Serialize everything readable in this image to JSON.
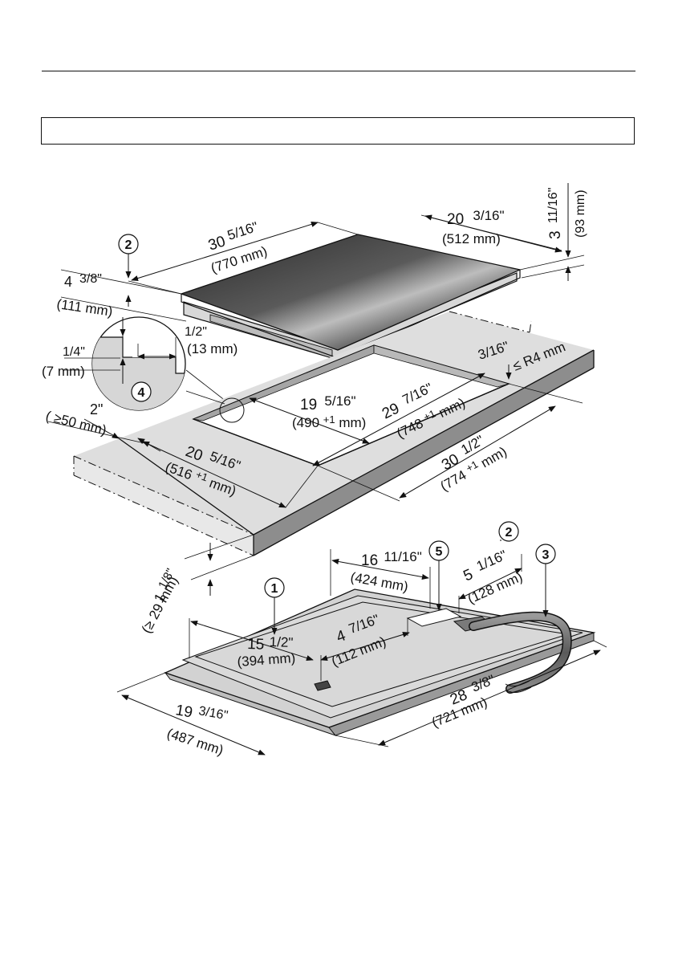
{
  "header": {
    "title": "",
    "banner_text": ""
  },
  "colors": {
    "glass_dark": "#3a3a3a",
    "glass_light": "#c8c8c8",
    "counter": "#dcdcdc",
    "counter_edge": "#8a8a8a",
    "unit_face": "#d0d0d0",
    "cable": "#7a7a7a"
  },
  "callouts": [
    "1",
    "2",
    "3",
    "4",
    "5"
  ],
  "dimensions": {
    "length_in": "30",
    "length_in_frac": "5/16\"",
    "length_mm": "(770 mm)",
    "depth_in": "20",
    "depth_in_frac": "3/16\"",
    "depth_mm": "(512 mm)",
    "height_in": "3",
    "height_in_frac": "11/16\"",
    "height_mm": "(93 mm)",
    "back_in": "4",
    "back_in_frac": "3/8\"",
    "back_mm": "(111 mm)",
    "detail_half_in": "1/2\"",
    "detail_half_mm": "(13 mm)",
    "detail_quarter_in": "1/4\"",
    "detail_quarter_mm": "(7 mm)",
    "cut_depth_in": "19",
    "cut_depth_in_frac": "5/16\"",
    "cut_depth_mm": "(490 ",
    "cut_depth_tol": "+1",
    "cut_depth_mm_unit": " mm)",
    "inner_len_in": "29",
    "inner_len_in_frac": "7/16\"",
    "inner_len_mm": "(748 ",
    "inner_len_tol": "+1",
    "inner_len_mm_unit": " mm)",
    "front_in": "2\"",
    "front_mm_a": "( ≥50 mm)",
    "counter_depth_in": "20",
    "counter_depth_in_frac": "5/16\"",
    "counter_depth_mm": "(516 ",
    "counter_depth_tol": "+1",
    "counter_depth_mm_unit": "mm)",
    "outer_len_in": "30",
    "outer_len_in_frac": "1/2\"",
    "outer_len_mm": "(774",
    "outer_len_tol": "+1",
    "outer_len_mm_unit": "mm)",
    "radius_in": "3/16\"",
    "radius_mm": "≤ R4 mm",
    "thick_in": "1",
    "thick_in_frac": "1/8\"",
    "thick_mm": "(≥ 29 mm)",
    "box_in": "16",
    "box_in_frac": "11/16\"",
    "box_mm": "(424 mm)",
    "conn_in": "5",
    "conn_in_frac": "1/16\"",
    "conn_mm": "(128 mm)",
    "bottom_w_in": "15",
    "bottom_w_in_frac": "1/2\"",
    "bottom_w_mm": "(394 mm)",
    "bottom_mid_in": "4",
    "bottom_mid_in_frac": "7/16\"",
    "bottom_mid_mm": "(112 mm)",
    "bottom_len_in": "28",
    "bottom_len_in_frac": "3/8\"",
    "bottom_len_mm": "(721 mm)",
    "bottom_d_in": "19",
    "bottom_d_in_frac": "3/16\"",
    "bottom_d_mm": "(487 mm)"
  }
}
